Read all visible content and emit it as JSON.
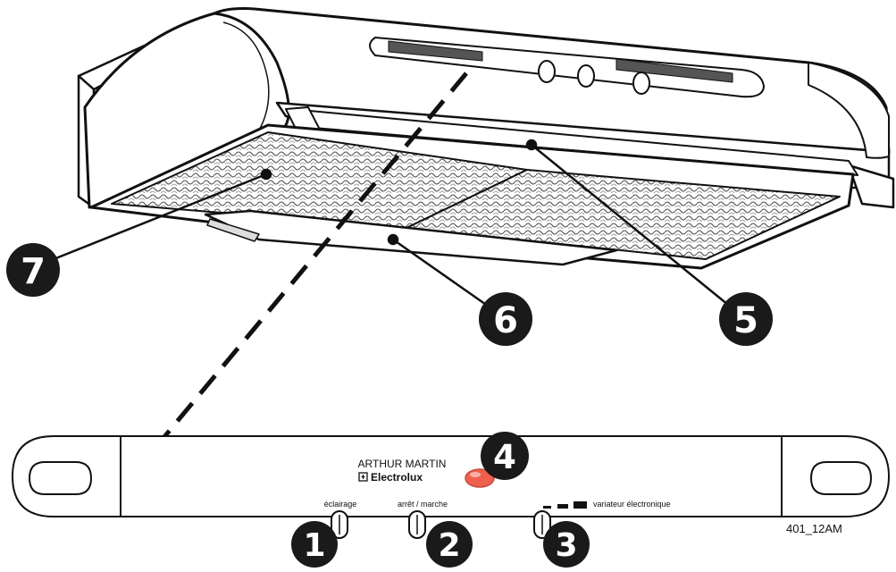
{
  "callouts": [
    {
      "id": "1",
      "label": "1"
    },
    {
      "id": "2",
      "label": "2"
    },
    {
      "id": "3",
      "label": "3"
    },
    {
      "id": "4",
      "label": "4"
    },
    {
      "id": "5",
      "label": "5"
    },
    {
      "id": "6",
      "label": "6"
    },
    {
      "id": "7",
      "label": "7"
    }
  ],
  "panel": {
    "brand_line1": "ARTHUR MARTIN",
    "brand_line2": "Electrolux",
    "brand_logo_icon": "electrolux-logo-icon",
    "switch1_label": "éclairage",
    "switch2_label": "arrêt / marche",
    "switch3_label": "variateur électronique",
    "indicator_color": "#f0604f"
  },
  "figure_code": "401_12AM",
  "colors": {
    "line": "#111111",
    "callout_fill": "#1a1a1a",
    "filter_mesh": "#555555"
  }
}
